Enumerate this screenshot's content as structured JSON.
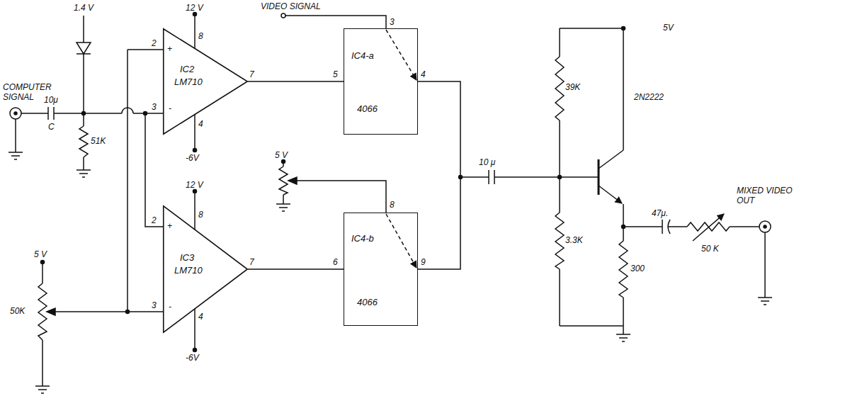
{
  "diagram": {
    "nodes": [
      {
        "text": [
          "IC2",
          "LM710"
        ]
      },
      {
        "text": [
          "IC4-a",
          "4066"
        ]
      },
      {
        "text": [
          "IC3",
          "LM710"
        ]
      },
      {
        "text": [
          "IC4-b",
          "4066"
        ]
      }
    ],
    "edges": [
      {
        "from": 0,
        "to": 1,
        "arrow": "none"
      },
      {
        "from": 2,
        "to": 3,
        "arrow": "none"
      },
      {
        "from": 1,
        "to": 3,
        "arrow": "none"
      }
    ],
    "labels": [
      "VIDEO SIGNAL",
      "1.4 V",
      "COMPUTER SIGNAL",
      "10μ",
      "C",
      "51K",
      "12 V",
      "8",
      "2",
      "+",
      "3",
      "-",
      "7",
      "4",
      "-6V",
      "3",
      "5",
      "4",
      "5 V",
      "8",
      "6",
      "9",
      "12 V",
      "8",
      "2",
      "+",
      "3",
      "-",
      "7",
      "4",
      "-6V",
      "5 V",
      "50K",
      "10 μ",
      "5V",
      "39K",
      "3.3K",
      "2N2222",
      "47μ.",
      "50 K",
      "300",
      "MIXED VIDEO OUT"
    ]
  }
}
